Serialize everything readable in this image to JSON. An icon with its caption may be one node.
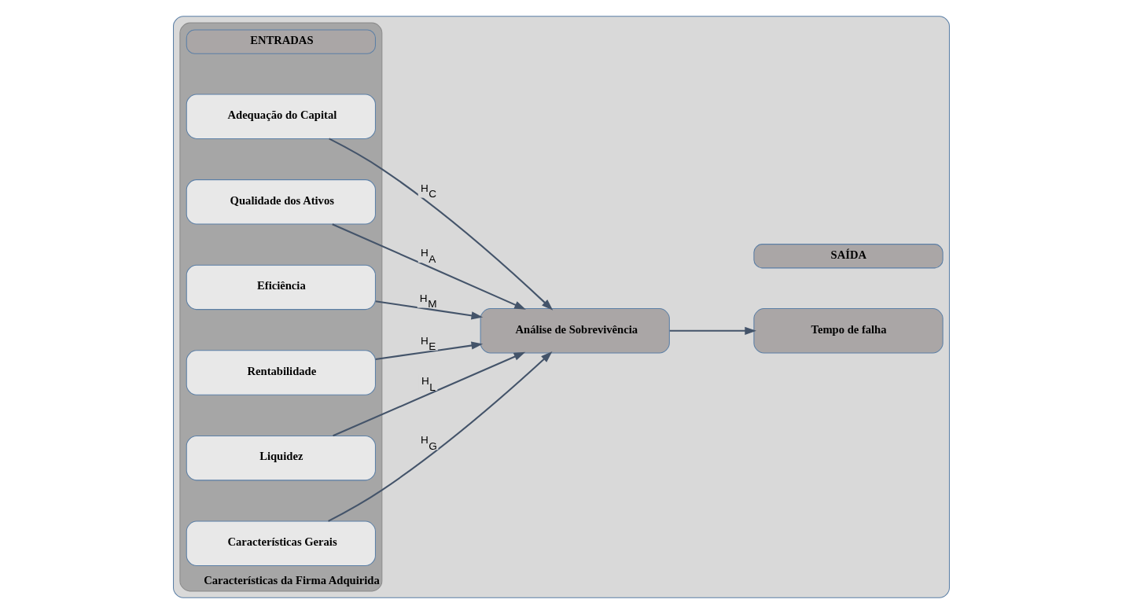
{
  "diagram": {
    "nodes": [
      {
        "text": [],
        "shape": "box"
      },
      {
        "text": [
          "Características da Firma Adquirida"
        ],
        "in": 0
      },
      {
        "text": [
          "ENTRADAS"
        ],
        "in": 1
      },
      {
        "text": [
          "Adequação do Capital"
        ],
        "in": 1
      },
      {
        "text": [
          "Qualidade dos Ativos"
        ],
        "in": 1
      },
      {
        "text": [
          "Eficiência"
        ],
        "in": 1
      },
      {
        "text": [
          "Rentabilidade"
        ],
        "in": 1
      },
      {
        "text": [
          "Liquidez"
        ],
        "in": 1
      },
      {
        "text": [
          "Características Gerais"
        ],
        "in": 1
      },
      {
        "text": [
          "SAÍDA"
        ],
        "in": 0
      },
      {
        "text": [
          "Análise de Sobrevivência"
        ],
        "in": 0
      },
      {
        "text": [
          "Tempo de falha"
        ],
        "in": 0
      }
    ],
    "edges": [
      {
        "from": 3,
        "to": 10,
        "arrow": "to",
        "label": "H$_{C}$"
      },
      {
        "from": 4,
        "to": 10,
        "arrow": "to",
        "label": "H$_{A}$"
      },
      {
        "from": 5,
        "to": 10,
        "arrow": "to",
        "label": "H$_{M}$"
      },
      {
        "from": 6,
        "to": 10,
        "arrow": "to",
        "label": "H$_{E}$"
      },
      {
        "from": 7,
        "to": 10,
        "arrow": "to",
        "label": "H$_{L}$"
      },
      {
        "from": 8,
        "to": 10,
        "arrow": "to",
        "label": "H$_{G}$"
      },
      {
        "from": 10,
        "to": 11,
        "arrow": "to"
      }
    ]
  }
}
